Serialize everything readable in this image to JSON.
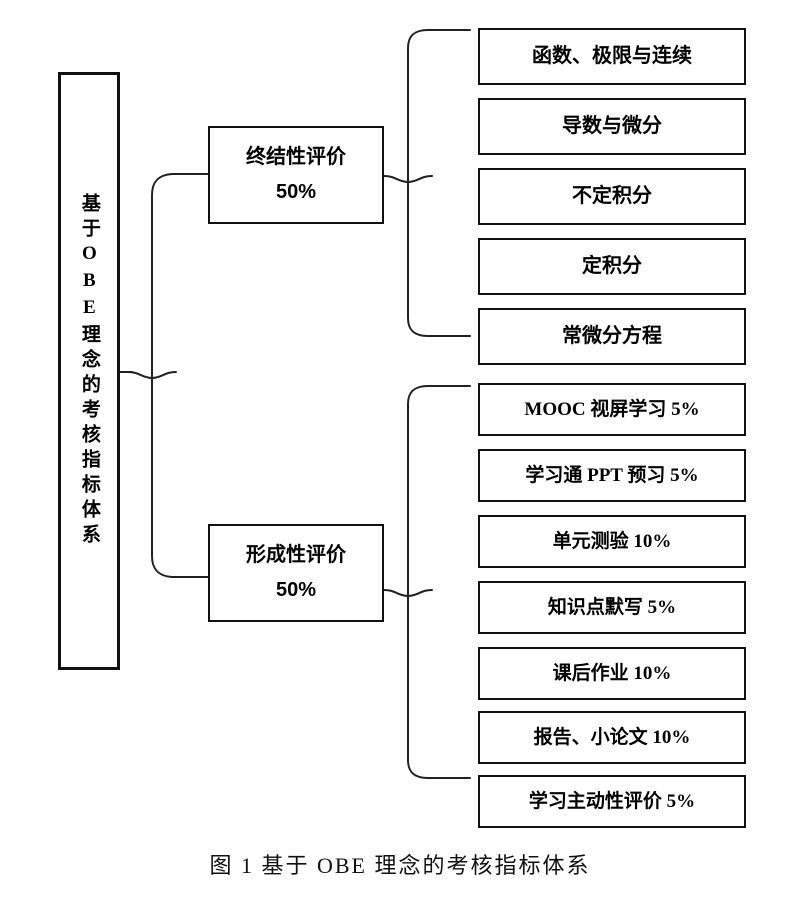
{
  "figure": {
    "caption": "图 1 基于 OBE 理念的考核指标体系",
    "root": {
      "label": "基于OBE理念的考核指标体系"
    },
    "branches": [
      {
        "id": "summative",
        "title": "终结性评价",
        "weight": "50%",
        "leaves": [
          "函数、极限与连续",
          "导数与微分",
          "不定积分",
          "定积分",
          "常微分方程"
        ]
      },
      {
        "id": "formative",
        "title": "形成性评价",
        "weight": "50%",
        "leaves": [
          "MOOC 视屏学习 5%",
          "学习通 PPT 预习 5%",
          "单元测验 10%",
          "知识点默写 5%",
          "课后作业 10%",
          "报告、小论文 10%",
          "学习主动性评价 5%"
        ]
      }
    ]
  },
  "colors": {
    "background": "#ffffff",
    "box_border": "#111111",
    "connector": "#222222",
    "text": "#000000"
  }
}
